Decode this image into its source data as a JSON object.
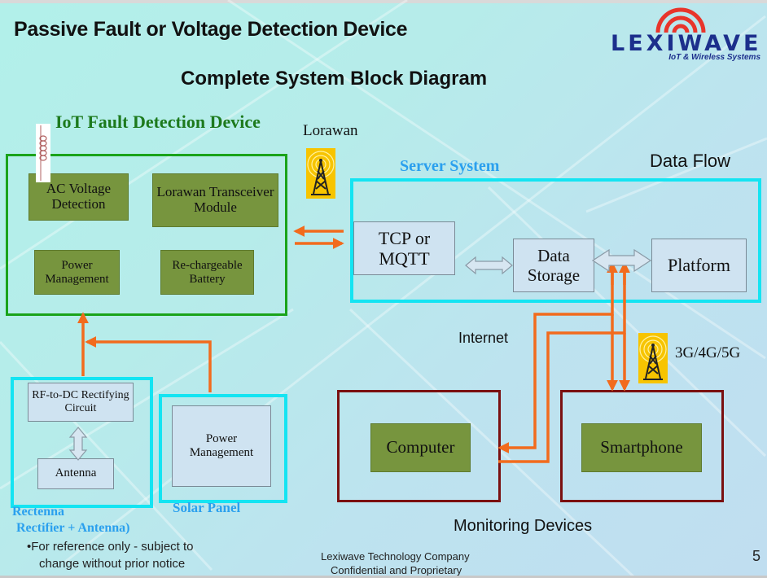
{
  "slide": {
    "title": "Passive Fault or Voltage Detection Device",
    "subtitle": "Complete System Block Diagram",
    "page_number": "5"
  },
  "logo": {
    "wordmark": "LEXIWAVE",
    "tagline": "IoT & Wireless Systems",
    "colors": {
      "arc": "#e8352b",
      "text": "#1c2f8c"
    }
  },
  "device": {
    "title": "IoT Fault Detection Device",
    "blocks": {
      "ac_voltage": "AC Voltage Detection",
      "transceiver": "Lorawan Transceiver Module",
      "power_mgmt": "Power Management",
      "battery": "Re-chargeable Battery"
    }
  },
  "links": {
    "lorawan": "Lorawan",
    "internet": "Internet",
    "cellular": "3G/4G/5G",
    "data_flow": "Data Flow"
  },
  "server": {
    "title": "Server System",
    "blocks": {
      "tcp": "TCP or MQTT",
      "storage": "Data Storage",
      "platform": "Platform"
    }
  },
  "rectenna": {
    "label_line1": "Rectenna",
    "label_line2": "Rectifier + Antenna)",
    "blocks": {
      "rectifier": "RF-to-DC Rectifying Circuit",
      "antenna": "Antenna"
    }
  },
  "solar": {
    "label": "Solar Panel",
    "block": "Power Management"
  },
  "monitoring": {
    "label": "Monitoring Devices",
    "computer": "Computer",
    "smartphone": "Smartphone"
  },
  "footer": {
    "note_line1": "•For reference only - subject to",
    "note_line2": "change without prior notice",
    "company_line1": "Lexiwave Technology Company",
    "company_line2": "Confidential and Proprietary"
  },
  "colors": {
    "device_border": "#1aa31a",
    "server_border": "#14e4f2",
    "monitor_border": "#7a1010",
    "block_green": "#77953e",
    "arrow_orange": "#f26b1d",
    "tower_bg": "#f7c400"
  }
}
